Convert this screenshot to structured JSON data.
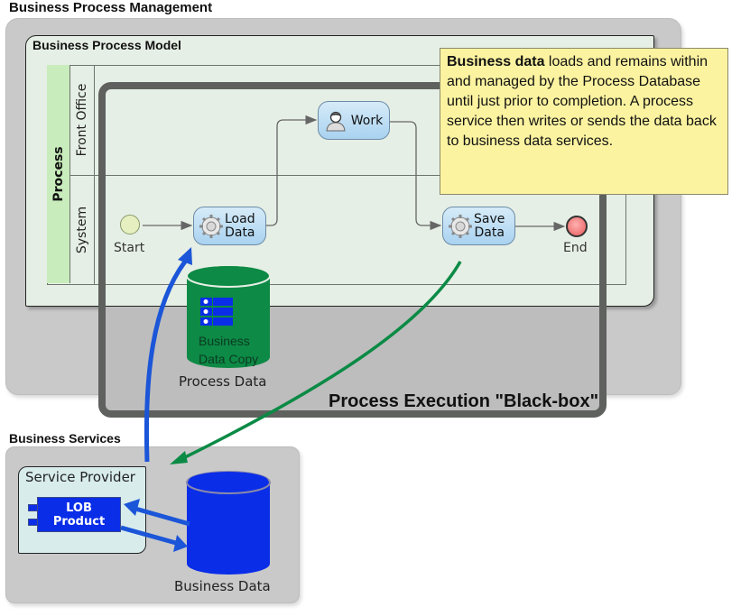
{
  "titles": {
    "business_process_management": "Business Process Management",
    "business_process_model": "Business Process Model",
    "process_execution": "Process Execution \"Black-box\"",
    "business_services": "Business Services"
  },
  "pool": {
    "label": "Process",
    "lanes": [
      {
        "label": "Front Office"
      },
      {
        "label": "System"
      }
    ]
  },
  "events": {
    "start": {
      "label": "Start",
      "color": "#e6efc0"
    },
    "end": {
      "label": "End",
      "color": "#f08a8a"
    }
  },
  "tasks": {
    "load_data": {
      "line1": "Load",
      "line2": "Data",
      "icon": "gear-icon"
    },
    "work": {
      "label": "Work",
      "icon": "user-icon"
    },
    "save_data": {
      "line1": "Save",
      "line2": "Data",
      "icon": "gear-icon"
    }
  },
  "note": {
    "bold": "Business data",
    "text": " loads and remains within and managed by the Process Database until just prior to completion.  A process service then writes or sends the data back to business data services."
  },
  "process_db": {
    "inner_line1": "Business",
    "inner_line2": "Data Copy",
    "label": "Process Data",
    "color": "#0d8a45"
  },
  "service_provider": {
    "title": "Service Provider",
    "component_line1": "LOB",
    "component_line2": "Product"
  },
  "business_db": {
    "label": "Business Data",
    "color": "#0a2de8"
  },
  "colors": {
    "load_arrow": "#1b55d8",
    "save_arrow": "#0a8a45",
    "blackbox_border": "#5e615e"
  }
}
